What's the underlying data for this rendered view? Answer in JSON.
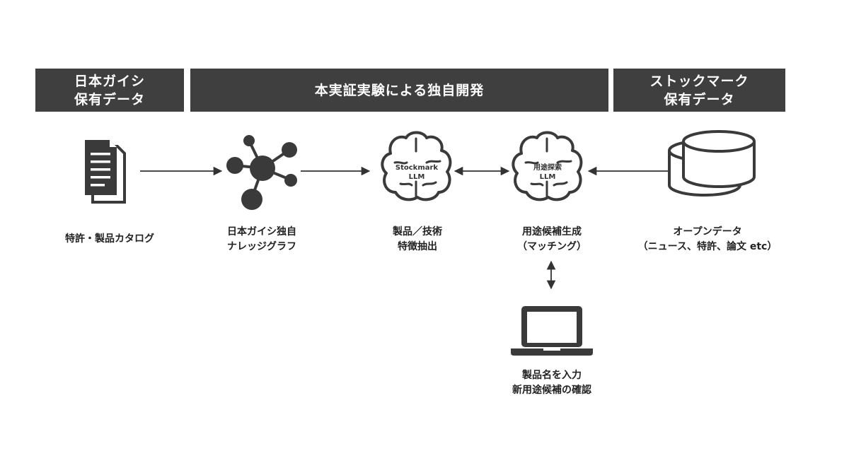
{
  "headers": {
    "ngk": [
      "日本ガイシ",
      "保有データ"
    ],
    "dev": "本実証実験による独自開発",
    "stockmark": [
      "ストックマーク",
      "保有データ"
    ]
  },
  "nodes": {
    "patents": {
      "label": [
        "特許・製品カタログ"
      ],
      "icon": "document-icon"
    },
    "graph": {
      "label": [
        "日本ガイシ独自",
        "ナレッジグラフ"
      ],
      "icon": "network-graph-icon"
    },
    "llm": {
      "label": [
        "製品／技術",
        "特徴抽出"
      ],
      "icon": "brain-icon",
      "inner": [
        "Stockmark",
        "LLM"
      ]
    },
    "matching": {
      "label": [
        "用途候補生成",
        "（マッチング）"
      ],
      "icon": "brain-icon",
      "inner": [
        "用途探索",
        "LLM"
      ]
    },
    "opendata": {
      "label": [
        "オープンデータ",
        "（ニュース、特許、論文 etc）"
      ],
      "icon": "database-icon"
    },
    "laptop": {
      "label": [
        "製品名を入力",
        "新用途候補の確認"
      ],
      "icon": "laptop-icon"
    }
  },
  "colors": {
    "header_bg": "#3f3f3f",
    "icon": "#3a3a3a",
    "arrow": "#333333"
  }
}
